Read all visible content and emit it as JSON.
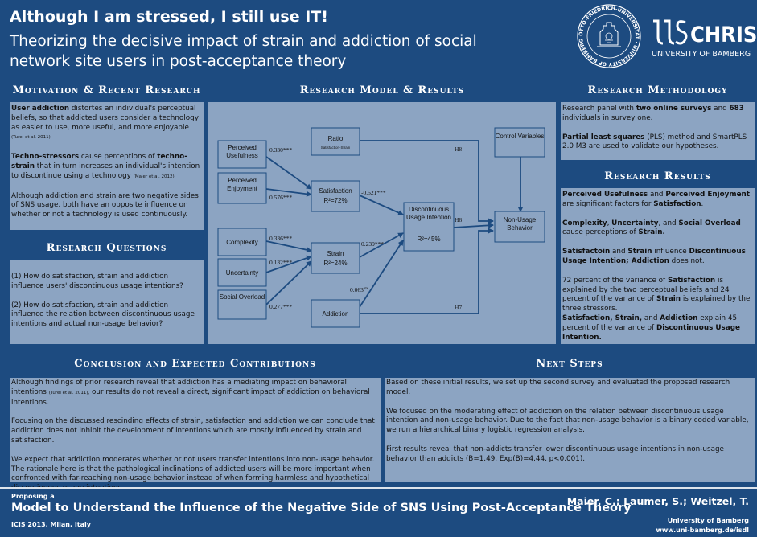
{
  "header": {
    "title": "Although I am stressed, I still use IT!",
    "subtitle": "Theorizing the decisive impact of strain and addiction of social network site users in post-acceptance theory",
    "seal_text": "OTTO-FRIEDRICH-UNIVERSITÄT · UNIVERSITY OF BAMBERG ·",
    "brand_name": "CHRIS",
    "brand_sub": "UNIVERSITY OF BAMBERG"
  },
  "motivation": {
    "heading": "Motivation & Recent Research",
    "p1_bold": "User addiction",
    "p1_rest": " distortes an individual's perceptual beliefs, so that addicted users consider a technology as easier to use, more useful, and more enjoyable ",
    "p1_cite": "(Turel et al. 2011).",
    "p2_bold": "Techno-stressors",
    "p2_mid": " cause perceptions of ",
    "p2_bold2": "techno-strain",
    "p2_rest": " that in turn increases an individual's intention to discontinue using a technology ",
    "p2_cite": "(Maier et al. 2012).",
    "p3": "Although addiction and strain are two negative sides of SNS usage, both have an opposite influence on whether or not a technology is used continuously."
  },
  "questions": {
    "heading": "Research Questions",
    "q1": "(1) How do satisfaction, strain and addiction influence users' discontinuous usage intentions?",
    "q2": "(2) How do satisfaction, strain and addiction influence the relation between discontinuous usage intentions and actual non-usage behavior?"
  },
  "model": {
    "heading": "Research Model & Results",
    "boxes": {
      "pu": "Perceived Usefulness",
      "pe": "Perceived Enjoyment",
      "complexity": "Complexity",
      "uncertainty": "Uncertainty",
      "overload": "Social Overload",
      "ratio": "Ratio",
      "ratio_sub": "Satisfaction-Strain",
      "satisfaction": "Satisfaction",
      "satisfaction_r2": "R²=72%",
      "strain": "Strain",
      "strain_r2": "R²=24%",
      "addiction": "Addiction",
      "dui": "Discontinuous Usage Intention",
      "dui_r2": "R²=45%",
      "control": "Control Variables",
      "nub": "Non-Usage Behavior"
    },
    "coefs": {
      "pu_sat": "0.330***",
      "pe_sat": "0.576***",
      "sat_dui": "-0.521***",
      "comp_str": "0.336***",
      "unc_str": "0.132***",
      "ovl_str": "0.277***",
      "str_dui": "0.239***",
      "add_dui": "0.063",
      "add_dui_sup": "NS",
      "h8": "H8",
      "h6": "H6",
      "h7": "H7"
    }
  },
  "methodology": {
    "heading": "Research Methodology",
    "p1_a": "Research panel with ",
    "p1_b": "two online surveys",
    "p1_c": " and ",
    "p1_d": "683",
    "p1_e": " individuals in survey one.",
    "p2_a": "Partial least squares",
    "p2_b": " (PLS) method and SmartPLS 2.0 M3 are used to validate our hypotheses."
  },
  "results": {
    "heading": "Research Results",
    "r1_a": "Perceived Usefulness",
    "r1_b": " and ",
    "r1_c": "Perceived Enjoyment",
    "r1_d": " are significant factors for ",
    "r1_e": "Satisfaction",
    "r1_f": ".",
    "r2_a": "Complexity",
    "r2_b": ", ",
    "r2_c": "Uncertainty",
    "r2_d": ", and ",
    "r2_e": "Social Overload",
    "r2_f": " cause perceptions of ",
    "r2_g": "Strain.",
    "r3_a": "Satisfactoin",
    "r3_b": " and ",
    "r3_c": "Strain",
    "r3_d": " influence ",
    "r3_e": "Discontinuous Usage Intention; Addiction",
    "r3_f": " does not.",
    "r4_a": "72 percent of the variance of ",
    "r4_b": "Satisfaction",
    "r4_c": " is explained by the two perceptual beliefs and 24 percent of the variance of ",
    "r4_d": "Strain",
    "r4_e": " is explained by the three stressors.",
    "r5_a": "Satisfaction, Strain,",
    "r5_b": " and ",
    "r5_c": "Addiction",
    "r5_d": " explain 45 percent of the variance of ",
    "r5_e": "Discontinuous Usage Intention."
  },
  "conclusion": {
    "heading": "Conclusion and Expected Contributions",
    "p1_a": "Although findings of prior research reveal that addiction has a mediating impact on behavioral intentions ",
    "p1_cite": "(Turel et al. 2011),",
    "p1_b": " our results do not reveal a direct, significant impact of addiction on behavioral intentions.",
    "p2": "Focusing on the discussed rescinding effects of strain, satisfaction and addiction we can conclude that addiction does not inhibit the development of intentions which are mostly influenced by strain and satisfaction.",
    "p3": "We expect that addiction moderates whether or not users transfer intentions into non-usage behavior. The rationale here is that the pathological inclinations of addicted users will be more important when confronted with far-reaching non-usage behavior instead of when forming harmless and hypothetical discontinuous usage intentions."
  },
  "next_steps": {
    "heading": "Next Steps",
    "p1": "Based on these initial results, we set up the second survey and evaluated the proposed research model.",
    "p2": "We focused on the moderating effect of addiction on the relation between discontinuous usage intention and non-usage behavior. Due to the fact that non-usage behavior is a binary coded variable, we run a hierarchical binary logistic regression analysis.",
    "p3": "First results reveal that non-addicts transfer lower discontinuous usage intentions in non-usage behavior than addicts (B=1.49, Exp(B)=4.44, p<0.001)."
  },
  "footer": {
    "proposing": "Proposing a",
    "main": "Model to Understand the Influence of the Negative Side of SNS Using Post-Acceptance Theory",
    "venue": "ICIS 2013. Milan, Italy",
    "authors": "Maier, C.; Laumer, S.; Weitzel, T.",
    "uni": "University of Bamberg",
    "url": "www.uni-bamberg.de/isdl"
  }
}
